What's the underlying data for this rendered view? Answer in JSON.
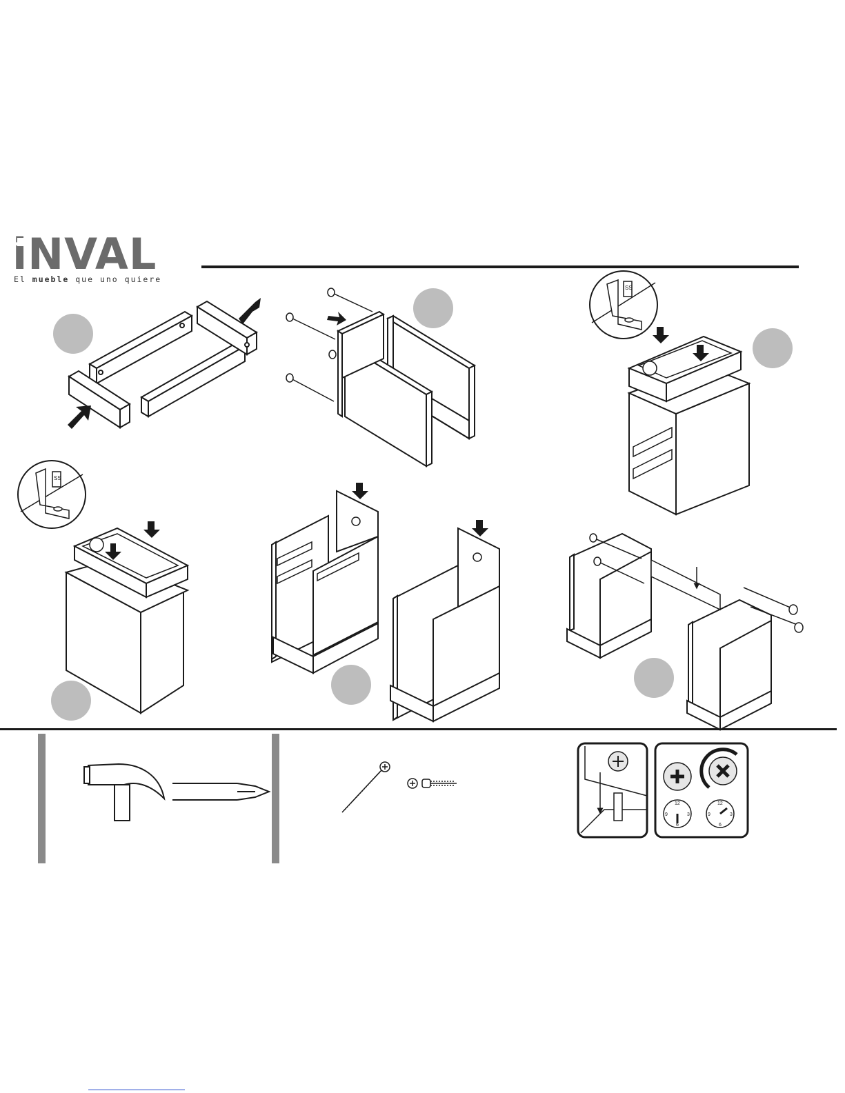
{
  "brand": {
    "name": "iNVAL",
    "tagline_prefix": "El ",
    "tagline_bold": "mueble",
    "tagline_suffix": " que uno quiere"
  },
  "colors": {
    "ink": "#1a1a1a",
    "step_marker": "#bdbdbd",
    "logo_gray": "#6b6b6b",
    "tool_bar_gray": "#8a8a8a"
  },
  "steps": [
    {
      "id": 1,
      "description_icon": "rails-assembly"
    },
    {
      "id": 2,
      "description_icon": "side-panels-screws"
    },
    {
      "id": 3,
      "description_icon": "top-frame-bracket"
    },
    {
      "id": 4,
      "description_icon": "top-frame-cabinet"
    },
    {
      "id": 5,
      "description_icon": "back-panel-insert"
    },
    {
      "id": 6,
      "description_icon": "join-cabinets"
    }
  ],
  "callouts": {
    "bracket_screw_text": "SS"
  },
  "tools": {
    "items": [
      "hammer-icon",
      "phillips-screwdriver-icon"
    ]
  },
  "hardware": {
    "items": [
      "long-wood-screw-icon",
      "short-pan-screw-icon"
    ]
  },
  "cam_lock": {
    "clock_numbers": [
      "12",
      "3",
      "6",
      "9"
    ]
  }
}
